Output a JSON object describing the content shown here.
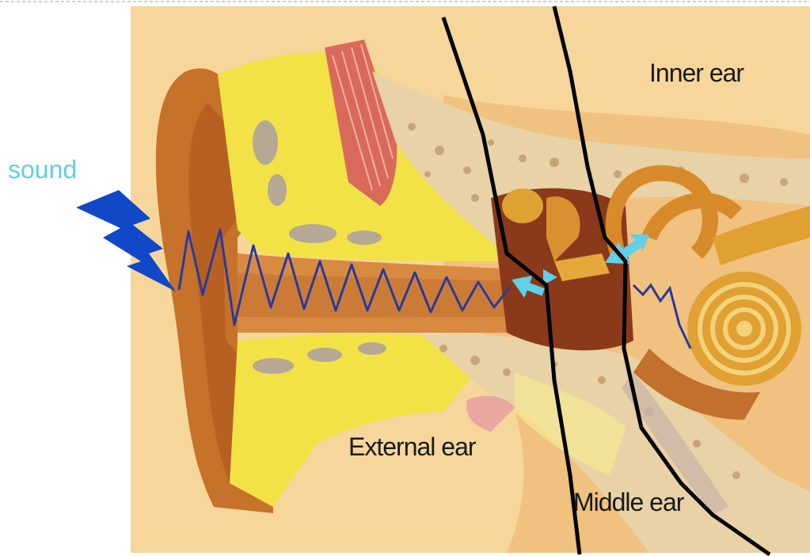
{
  "labels": {
    "sound": "sound",
    "inner_ear": "Inner ear",
    "external_ear": "External ear",
    "middle_ear": "Middle ear"
  },
  "colors": {
    "sound_label": "#5fd0e8",
    "lightning": "#1048c8",
    "sound_wave": "#2a3a9a",
    "arrows": "#5fd0e8",
    "divider_lines": "#000000",
    "background_tissue": "#f6d69a",
    "cartilage": "#f2e246",
    "skin": "#c6722a",
    "bone": "#e8d2a6",
    "cochlea": "#e0a032"
  },
  "icons": [
    "lightning-bolt-icon",
    "arrow-icon"
  ]
}
